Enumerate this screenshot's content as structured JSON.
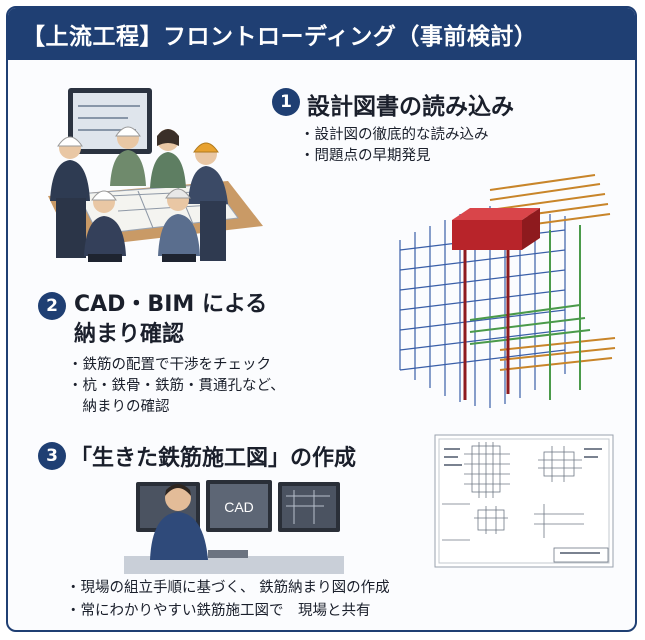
{
  "header": {
    "title": "【上流工程】フロントローディング（事前検討）"
  },
  "sections": [
    {
      "number": "1",
      "heading_lines": [
        "設計図書の読み込み"
      ],
      "bullets": [
        "・設計図の徹底的な読み込み",
        "・問題点の早期発見"
      ]
    },
    {
      "number": "2",
      "heading_lines": [
        "CAD・BIM による",
        "納まり確認"
      ],
      "bullets": [
        "・鉄筋の配置で干渉をチェック",
        "・杭・鉄骨・鉄筋・貫通孔など、",
        "　納まりの確認"
      ]
    },
    {
      "number": "3",
      "heading_lines": [
        "「生きた鉄筋施工図」の作成"
      ],
      "bullets": [
        "・現場の組立手順に基づく、 鉄筋納まり図の作成",
        "・常にわかりやすい鉄筋施工図で　現場と共有"
      ]
    }
  ],
  "monitor": {
    "label": "CAD"
  },
  "colors": {
    "brand": "#1f3f73",
    "rebar_blue": "#3a5fa8",
    "rebar_green": "#4a9a4a",
    "rebar_orange": "#c8852a",
    "beam_red": "#b8242a"
  }
}
